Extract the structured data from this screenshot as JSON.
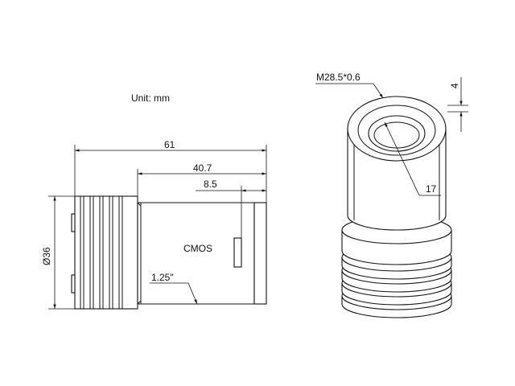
{
  "unit_note": "Unit: mm",
  "side_view": {
    "overall_length": "61",
    "body_length": "40.7",
    "sensor_offset": "8.5",
    "diameter": "Ø36",
    "sensor_label": "CMOS",
    "nosepiece": "1.25\""
  },
  "front_view": {
    "thread": "M28.5*0.6",
    "flange_depth": "4",
    "aperture": "17"
  }
}
